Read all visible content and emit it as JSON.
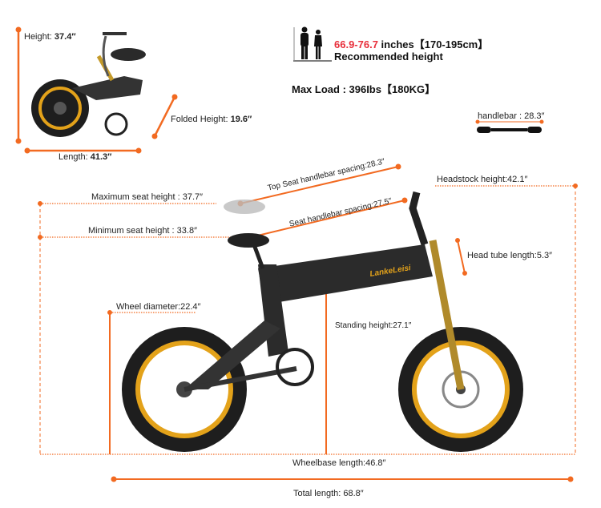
{
  "colors": {
    "accent": "#f26a21",
    "tire": "#1e1e1e",
    "rim": "#e3a21a",
    "frame": "#2b2b2b",
    "highlight": "#e8303c"
  },
  "folded": {
    "height_label": "Height:",
    "height_value": "37.4″",
    "length_label": "Length:",
    "length_value": "41.3″",
    "folded_label": "Folded Height:",
    "folded_value": "19.6″"
  },
  "rider": {
    "icon": "rider-silhouette-icon",
    "range": "66.9-76.7",
    "range_suffix": " inches【170-195cm】",
    "caption": "Recommended height"
  },
  "max_load": "Max Load : 396Ibs【180KG】",
  "handlebar": "handlebar : 28.3″",
  "dimensions": {
    "top_seat_spacing": "Top Seat handlebar spacing:28.3″",
    "seat_spacing": "Seat handlebar spacing:27.5″",
    "headstock": "Headstock height:42.1″",
    "max_seat": "Maximum seat height : 37.7″",
    "min_seat": "Minimum seat height : 33.8″",
    "head_tube": "Head tube length:5.3″",
    "wheel_diameter": "Wheel diameter:22.4″",
    "standing": "Standing height:27.1″",
    "wheelbase": "Wheelbase length:46.8″",
    "total_length": "Total length: 68.8″"
  },
  "brand_logo": "LANKELEISI"
}
